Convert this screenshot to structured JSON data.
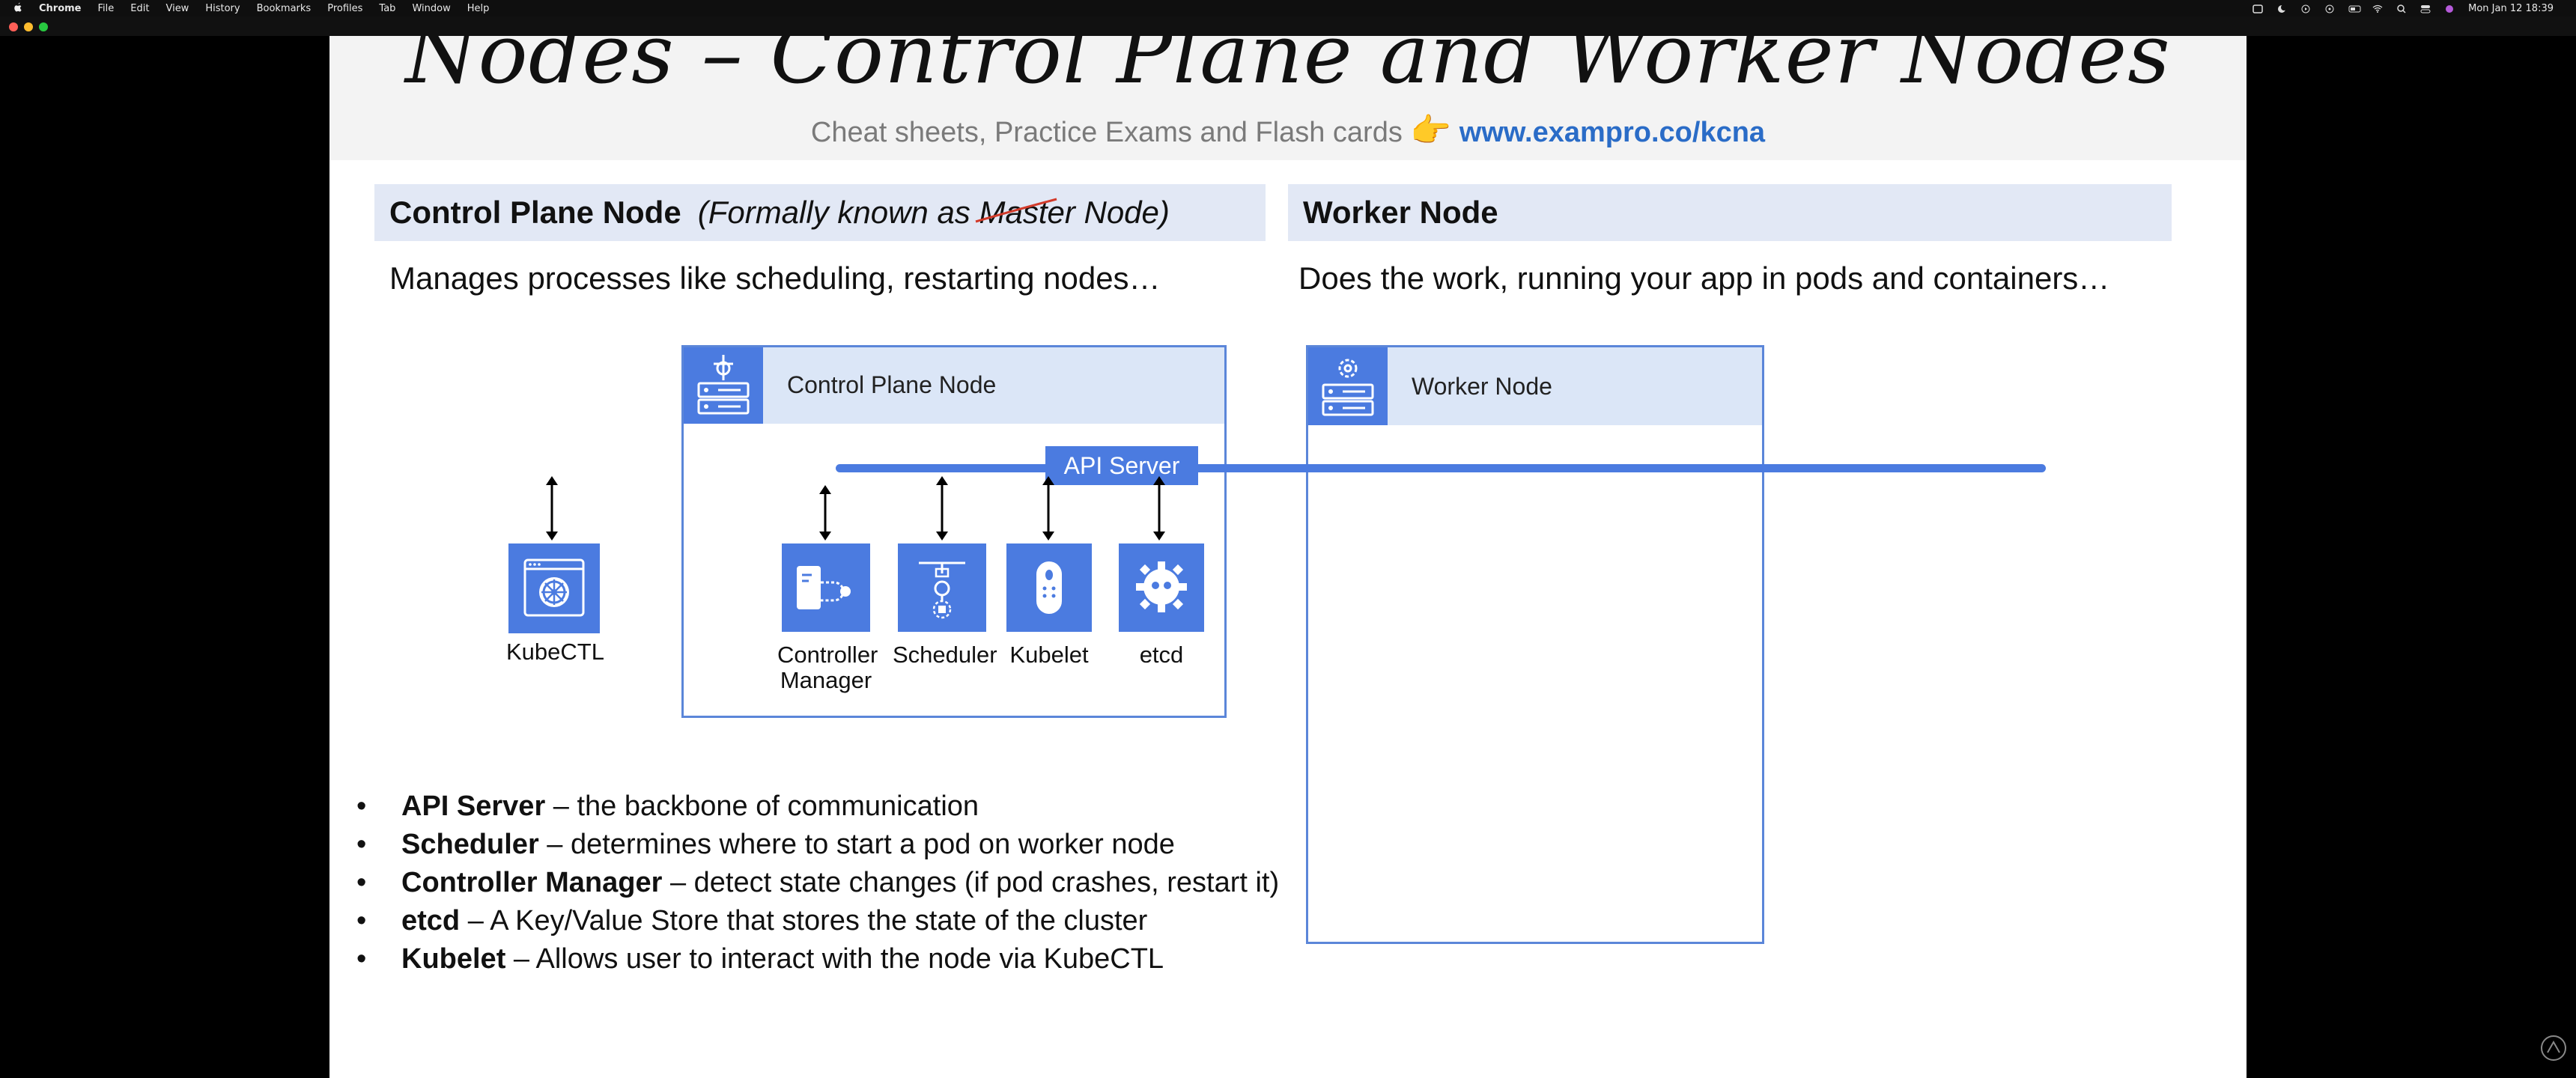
{
  "menubar": {
    "apple": "",
    "items": [
      "Chrome",
      "File",
      "Edit",
      "View",
      "History",
      "Bookmarks",
      "Profiles",
      "Tab",
      "Window",
      "Help"
    ],
    "clock": "Mon Jan 12  18:39"
  },
  "slide": {
    "title": "Nodes – Control Plane and Worker Nodes",
    "subtitle_text": "Cheat sheets, Practice Exams and Flash cards",
    "subtitle_hand": "👉",
    "subtitle_link": "www.exampro.co/kcna"
  },
  "control_plane": {
    "header_bold": "Control Plane Node",
    "header_italic_pre": "(Formally known as ",
    "header_italic_struck": "Master",
    "header_italic_post": " Node)",
    "description": "Manages processes like scheduling, restarting nodes…",
    "box_label": "Control Plane Node"
  },
  "worker": {
    "header_bold": "Worker Node",
    "description": "Does the work, running your app in pods and containers…",
    "box_label": "Worker Node"
  },
  "diagram": {
    "api_server": "API Server",
    "kubectl": "KubeCTL",
    "components": [
      "Controller\nManager",
      "Scheduler",
      "Kubelet",
      "etcd"
    ],
    "component_1a": "Controller",
    "component_1b": "Manager",
    "component_2": "Scheduler",
    "component_3": "Kubelet",
    "component_4": "etcd"
  },
  "bullets": [
    {
      "term": "API Server",
      "text": " – the backbone of communication"
    },
    {
      "term": "Scheduler",
      "text": " – determines where to start a pod on worker node"
    },
    {
      "term": "Controller Manager",
      "text": " – detect state changes (if pod crashes, restart it)"
    },
    {
      "term": "etcd",
      "text": " – A Key/Value Store that stores the state of the cluster"
    },
    {
      "term": "Kubelet",
      "text": " – Allows user to interact with the node via KubeCTL"
    }
  ],
  "bullet_marker": "•",
  "colors": {
    "accent": "#4b7be0",
    "header_bg": "#e2e8f5",
    "link": "#2a6cc7",
    "box_border": "#5b86d9"
  }
}
